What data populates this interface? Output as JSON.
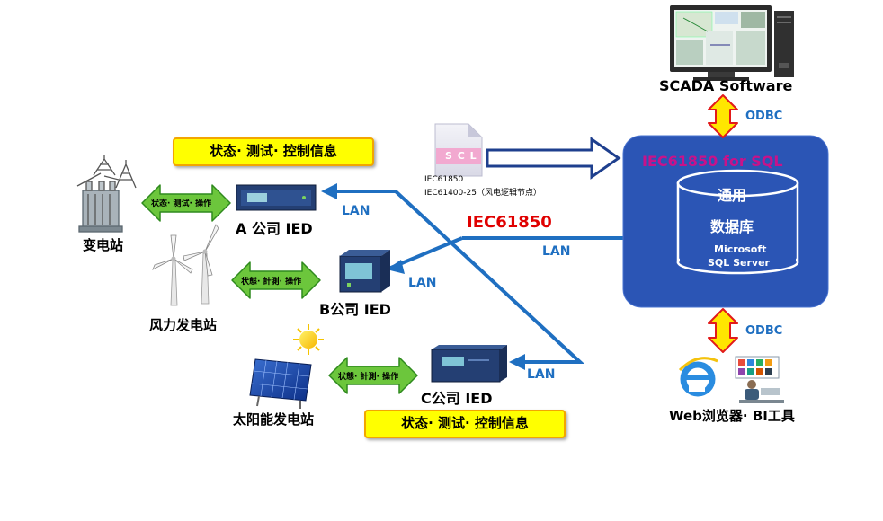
{
  "scada": {
    "label": "SCADA Software"
  },
  "odbc": {
    "top": "ODBC",
    "bottom": "ODBC"
  },
  "db": {
    "title": "IEC61850 for SQL",
    "cyl_line1": "通用",
    "cyl_line2": "数据库",
    "cyl_line3": "Microsoft",
    "cyl_line4": "SQL Server"
  },
  "scl": {
    "icon_text": "S C L",
    "std1": "IEC61850",
    "std2": "IEC61400-25（风电逻辑节点）"
  },
  "network": {
    "protocol": "IEC61850",
    "lan_main": "LAN",
    "lan_a": "LAN",
    "lan_b": "LAN",
    "lan_c": "LAN"
  },
  "info_top": "状态· 测试· 控制信息",
  "info_bottom": "状态· 测试· 控制信息",
  "arrows": {
    "a": "状态· 测试· 操作",
    "b": "状態· 計測· 操作",
    "c": "状態· 計測· 操作"
  },
  "ied": {
    "a": "A 公司 IED",
    "b": "B公司 IED",
    "c": "C公司 IED"
  },
  "sites": {
    "substation": "变电站",
    "wind": "风力发电站",
    "solar": "太阳能发电站"
  },
  "web": {
    "label": "Web浏览器· BI工具"
  },
  "colors": {
    "accent_blue": "#1f6fc1",
    "db_blue": "#2b55b5",
    "protocol_red": "#e00000",
    "highlight_yellow": "#ffff00",
    "arrow_green": "#6cc63c"
  }
}
